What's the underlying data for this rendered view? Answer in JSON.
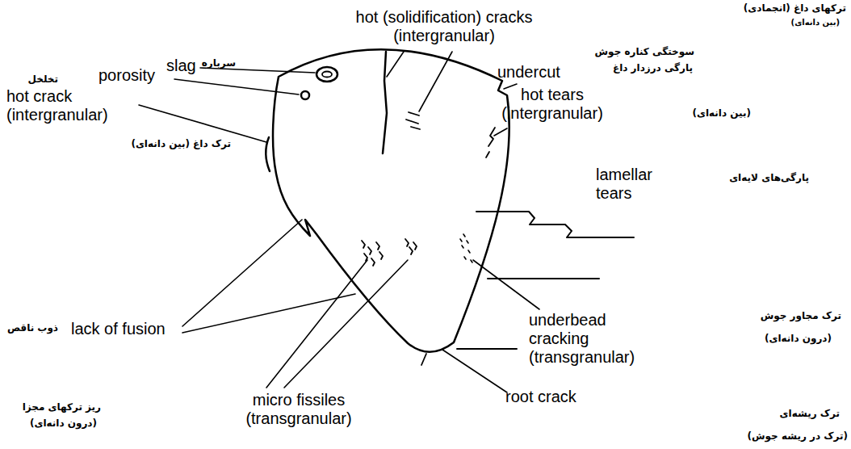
{
  "diagram": {
    "labels": [
      "ترکهای داغ (انجمادی)",
      "(بین دانه‌ای)",
      "سرباره",
      "hot (solidification) cracks (intergranular)",
      "تخلخل",
      "porosity",
      "slag",
      "سوختگی کناره جوش",
      "undercut",
      "پارگی درزدار داغ",
      "hot crack (intergranular)",
      "hot tears (intergranular)",
      "(بین دانه‌ای)",
      "ترک داغ (بین دانه‌ای)",
      "lamellar tears",
      "پارگی‌های لایه‌ای",
      "lack of fusion",
      "ذوب ناقص",
      "ترک مجاور جوش",
      "underbead cracking (transgranular)",
      "(درون دانه‌ای)",
      "micro fissiles (transgranular)",
      "root crack",
      "ترک ریشه‌ای",
      "ریز ترکهای مجزا",
      "(درون دانه‌ای)",
      "(ترک در ریشه جوش)"
    ]
  }
}
